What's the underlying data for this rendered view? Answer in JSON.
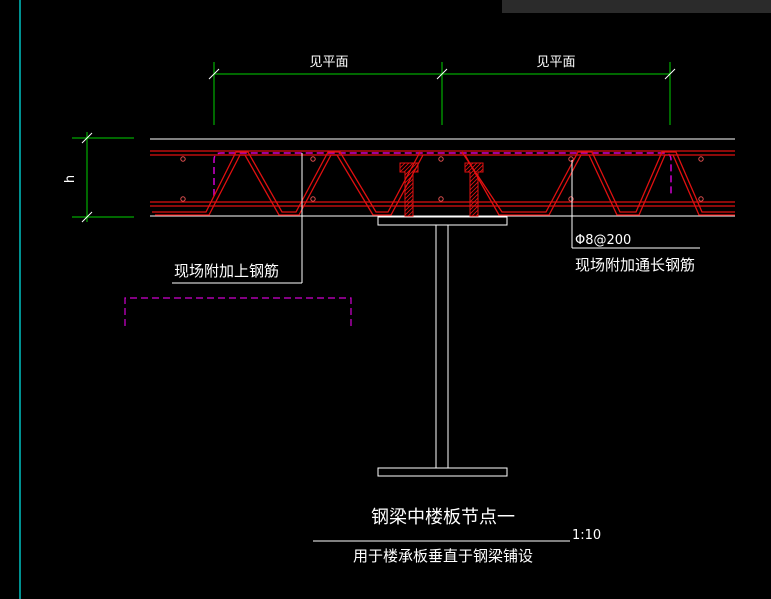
{
  "dimensions": {
    "left_span_label": "见平面",
    "right_span_label": "见平面",
    "height_label": "h"
  },
  "callouts": {
    "left_rebar_label": "现场附加上钢筋",
    "right_spec_label": "Φ8@200",
    "right_rebar_label": "现场附加通长钢筋"
  },
  "title": {
    "main": "钢梁中楼板节点一",
    "subtitle": "用于楼承板垂直于钢梁铺设",
    "scale": "1:10"
  },
  "colors": {
    "background": "#000000",
    "dimension_green": "#00d000",
    "truss_red": "#e01010",
    "slab_white": "#ffffff",
    "magenta_dash": "#d000d0",
    "side_cyan": "#00c0c0"
  }
}
